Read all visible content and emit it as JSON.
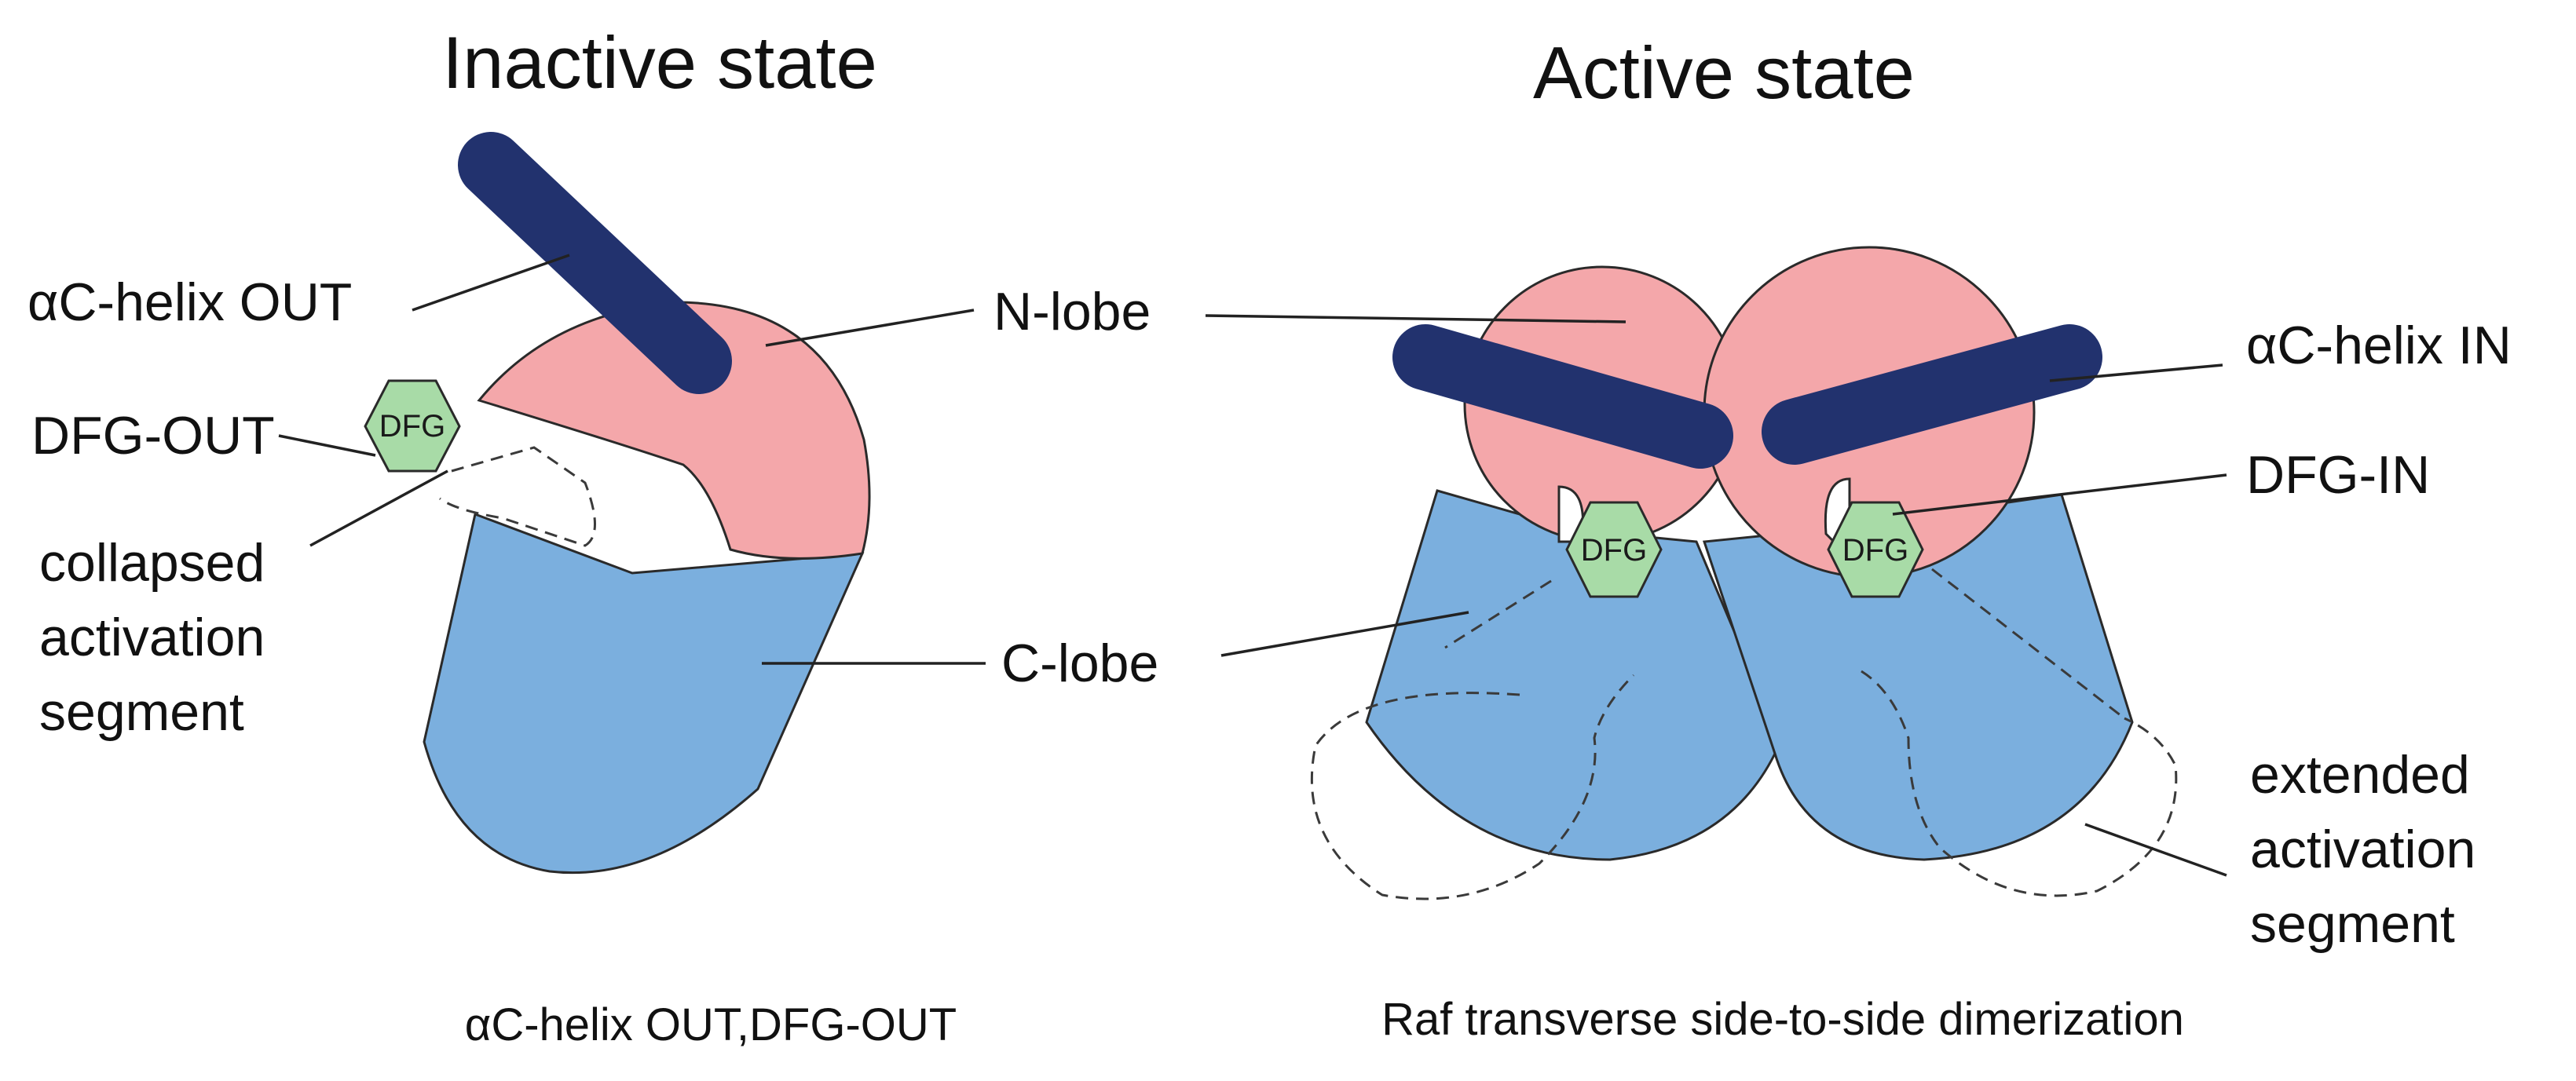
{
  "titles": {
    "inactive": "Inactive state",
    "active": "Active state"
  },
  "labels": {
    "ac_helix_out": "αC-helix OUT",
    "dfg_out": "DFG-OUT",
    "collapsed_line1": "collapsed",
    "collapsed_line2": "activation",
    "collapsed_line3": "segment",
    "n_lobe": "N-lobe",
    "c_lobe": "C-lobe",
    "ac_helix_in": "αC-helix IN",
    "dfg_in": "DFG-IN",
    "extended_line1": "extended",
    "extended_line2": "activation",
    "extended_line3": "segment",
    "dfg_badge": "DFG"
  },
  "captions": {
    "inactive": "αC-helix OUT,DFG-OUT",
    "active": "Raf transverse side-to-side dimerization"
  },
  "colors": {
    "n_lobe": "#f4a7aa",
    "c_lobe": "#7bafde",
    "helix": "#22326e",
    "dfg": "#a8dba7"
  }
}
